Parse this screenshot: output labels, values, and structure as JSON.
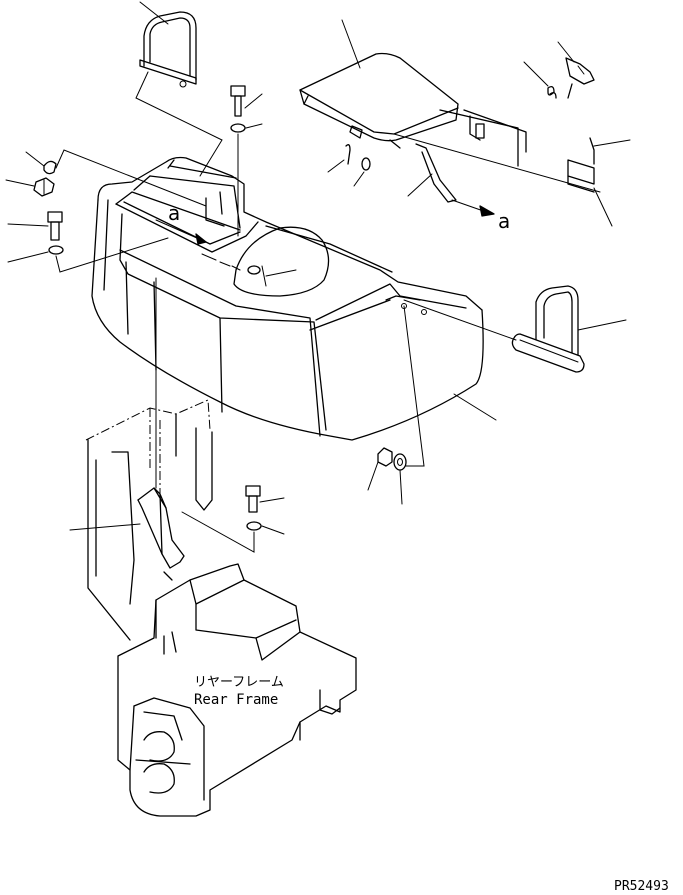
{
  "labels": {
    "frame_jp": "リヤーフレーム",
    "frame_en": "Rear Frame",
    "ref_mark_1": "a",
    "ref_mark_2": "a",
    "drawing_no": "PR52493"
  }
}
